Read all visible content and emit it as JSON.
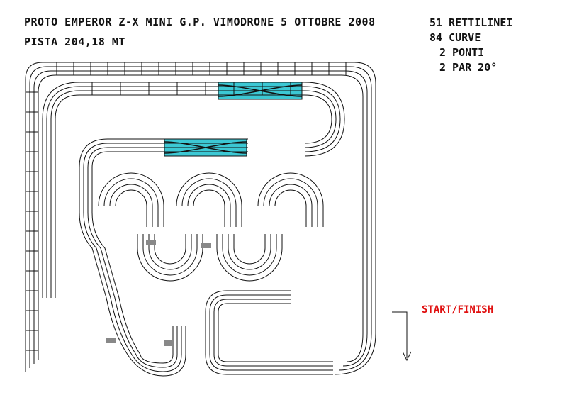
{
  "header": {
    "title": "PROTO EMPEROR Z-X MINI G.P. VIMODRONE 5 OTTOBRE 2008",
    "length": "PISTA 204,18 MT"
  },
  "stats": {
    "straights": "51 RETTILINEI",
    "curves": "84 CURVE",
    "bridges": "2 PONTI",
    "pars": "2 PAR 20°"
  },
  "start": {
    "label": "START/FINISH",
    "color": "#e01010"
  },
  "colors": {
    "track_line": "#111111",
    "crossover_fill": "#3cc8d4"
  }
}
